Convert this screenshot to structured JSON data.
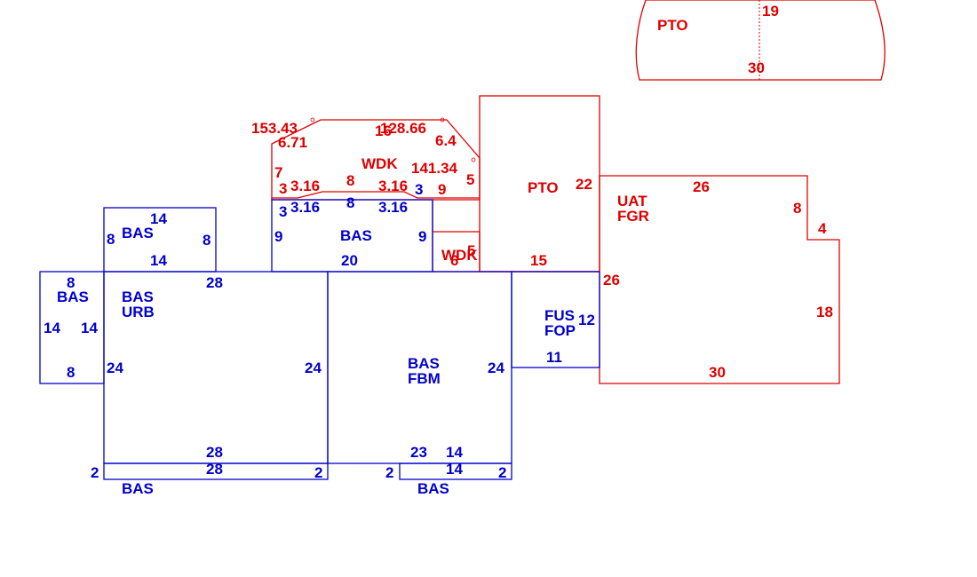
{
  "colors": {
    "living": "#0000cc",
    "accessory": "#dd0000",
    "background": "#ffffff"
  },
  "areas": {
    "bas_left_wing": "BAS",
    "bas_upper_left": "BAS",
    "bas_center_upper": "BAS",
    "bas_main_left_1": "BAS",
    "bas_main_left_2": "URB",
    "bas_main_center_1": "BAS",
    "bas_main_center_2": "FBM",
    "fus_1": "FUS",
    "fus_2": "FOP",
    "bas_strip_left": "BAS",
    "bas_strip_right": "BAS",
    "wdk_upper": "WDK",
    "wdk_small": "WDK",
    "pto_center": "PTO",
    "pto_top": "PTO",
    "uat_1": "UAT",
    "uat_2": "FGR"
  },
  "dims": {
    "pto_top_19": "19",
    "pto_top_30": "30",
    "wdk_153_43": "153.43",
    "wdk_128_66": "128.66",
    "wdk_16": "16",
    "wdk_6_71": "6.71",
    "wdk_6_4": "6.4",
    "wdk_141_34": "141.34",
    "wdk_7": "7",
    "wdk_5": "5",
    "wdk_3_left": "3",
    "wdk_3_16_left": "3.16",
    "wdk_8": "8",
    "wdk_3_16_right": "3.16",
    "wdk_9": "9",
    "pto_22": "22",
    "pto_15": "15",
    "wdk_small_5": "5",
    "wdk_small_6": "6",
    "uat_26_top": "26",
    "uat_8": "8",
    "uat_4": "4",
    "uat_26_left": "26",
    "uat_18": "18",
    "uat_30": "30",
    "bas_c_3_blue": "3",
    "bas_c_3": "3",
    "bas_c_3_16_left": "3.16",
    "bas_c_8": "8",
    "bas_c_3_16_right": "3.16",
    "bas_c_9_left": "9",
    "bas_c_9_right": "9",
    "bas_c_20": "20",
    "bas_ul_14_top": "14",
    "bas_ul_8_left": "8",
    "bas_ul_8_right": "8",
    "bas_ul_14_bottom": "14",
    "bas_ul_28": "28",
    "bas_lw_8_top": "8",
    "bas_lw_14_left": "14",
    "bas_lw_14_right": "14",
    "bas_lw_8_bottom": "8",
    "main_24_left": "24",
    "main_24_mid": "24",
    "main_24_right": "24",
    "main_28_bottom": "28",
    "main_23": "23",
    "main_14_bottom": "14",
    "fus_12": "12",
    "fus_11": "11",
    "strip_l_28": "28",
    "strip_l_2_left": "2",
    "strip_l_2_right": "2",
    "strip_r_14": "14",
    "strip_r_2_left": "2",
    "strip_r_2_right": "2"
  }
}
